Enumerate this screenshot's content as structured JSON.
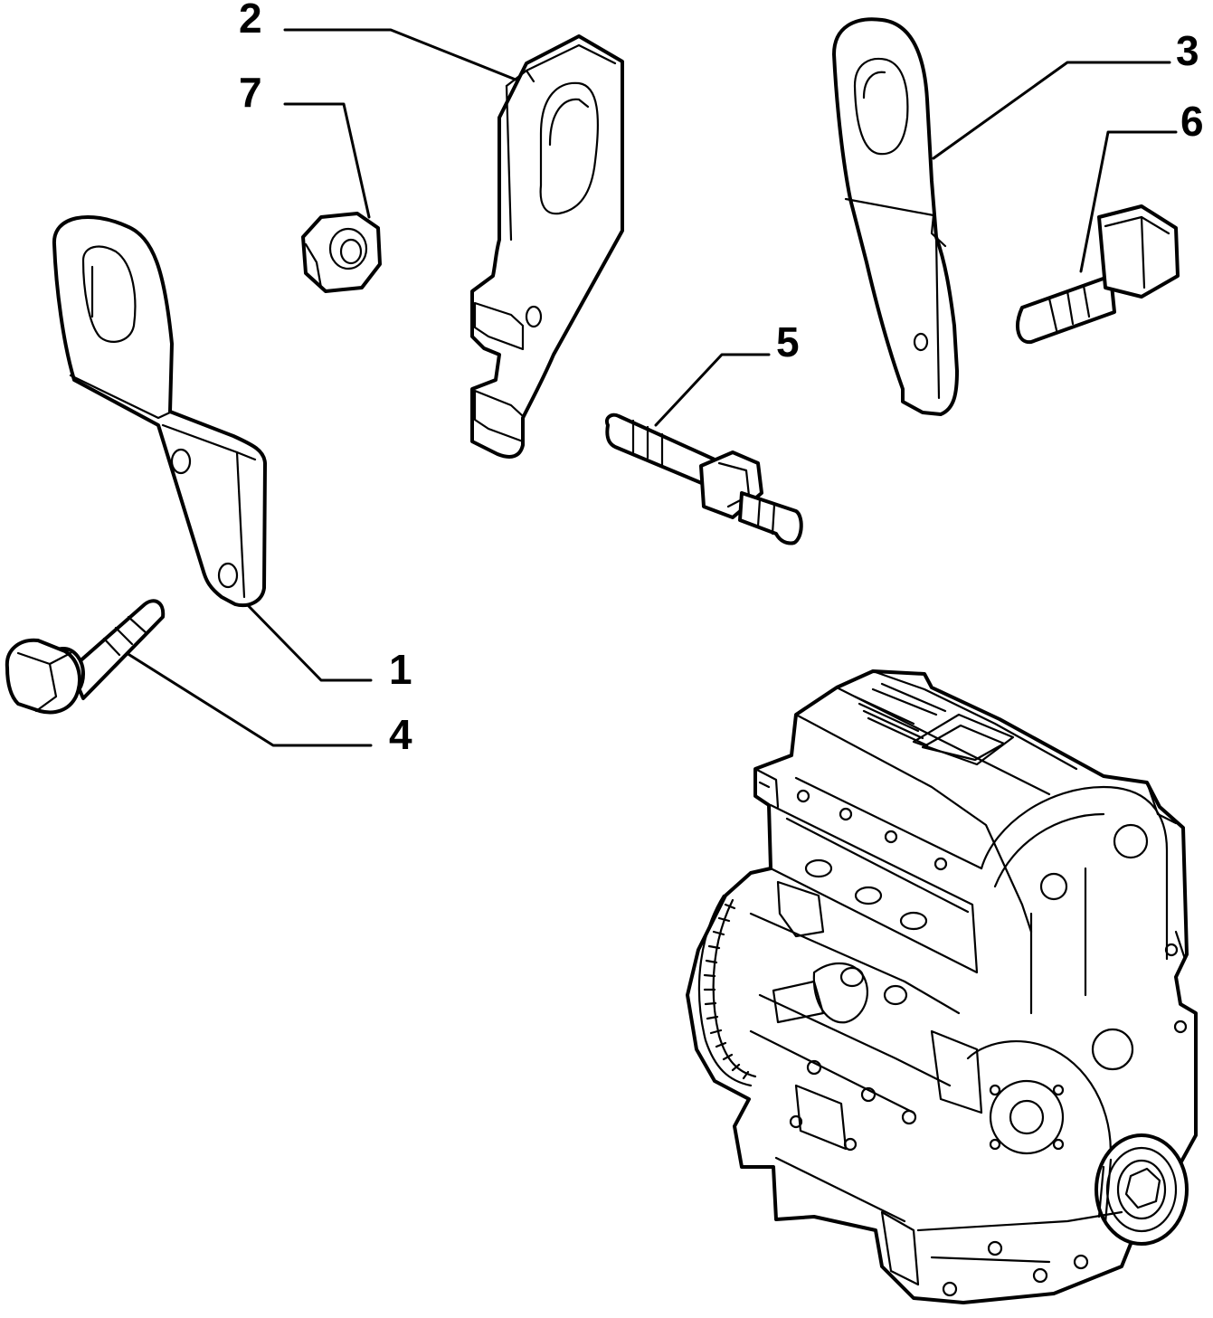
{
  "labels": {
    "l1": "1",
    "l2": "2",
    "l3": "3",
    "l4": "4",
    "l5": "5",
    "l6": "6",
    "l7": "7"
  },
  "parts": [
    {
      "number": "1",
      "name": "bracket-left"
    },
    {
      "number": "2",
      "name": "bracket-center"
    },
    {
      "number": "3",
      "name": "bracket-right"
    },
    {
      "number": "4",
      "name": "bolt-left"
    },
    {
      "number": "5",
      "name": "stud-bolt"
    },
    {
      "number": "6",
      "name": "bolt-right"
    },
    {
      "number": "7",
      "name": "flange-nut"
    }
  ],
  "colors": {
    "line": "#000000",
    "background": "#ffffff"
  }
}
